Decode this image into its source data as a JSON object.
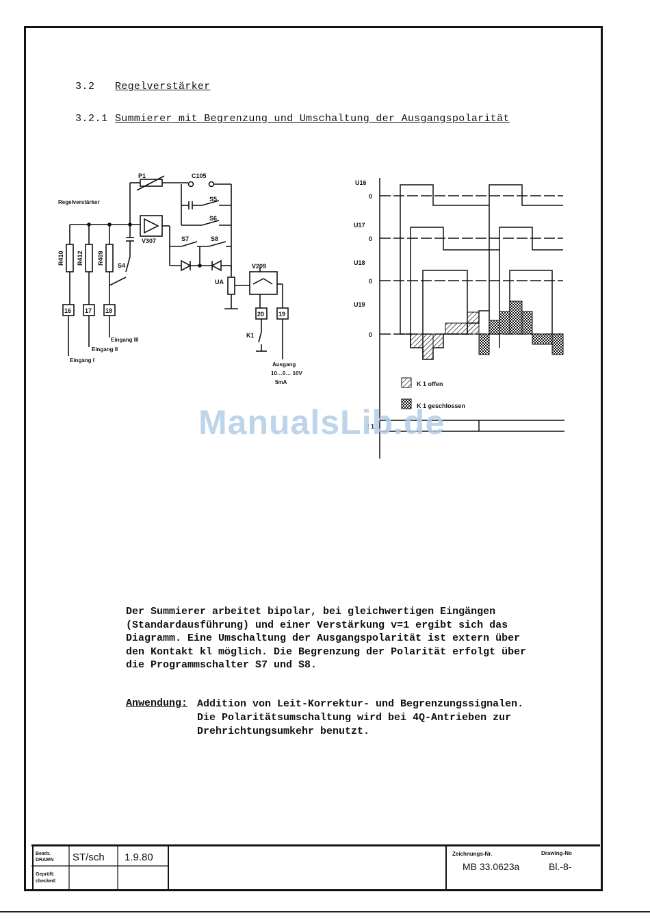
{
  "heading1": {
    "number": "3.2",
    "text": "Regelverstärker"
  },
  "heading2": {
    "number": "3.2.1",
    "text": "Summierer mit Begrenzung und Umschaltung der Ausgangspolarität"
  },
  "circuit": {
    "title": "Regelverstärker",
    "labels": {
      "p1": "P1",
      "c105": "C105",
      "s5": "S5",
      "s6": "S6",
      "s7": "S7",
      "s8": "S8",
      "s4": "S4",
      "v307": "V307",
      "v209": "V209",
      "ua": "UA",
      "k1": "K1",
      "r410": "R410",
      "r412": "R412",
      "r409": "R409",
      "t16": "16",
      "t17": "17",
      "t18": "18",
      "t20": "20",
      "t19": "19"
    },
    "inputs": {
      "e1": "Eingang I",
      "e2": "Eingang II",
      "e3": "Eingang III"
    },
    "output": {
      "line1": "Ausgang",
      "line2": "10…0… 10V",
      "line3": "5mA"
    }
  },
  "diagram": {
    "axis_labels": [
      "U16",
      "U17",
      "U18",
      "U19"
    ],
    "zero": "0",
    "legend": {
      "open": "K 1 offen",
      "closed": "K 1 geschlossen"
    },
    "bottom_label": "I 1"
  },
  "paragraph": "Der Summierer arbeitet bipolar, bei gleichwertigen Eingängen\n(Standardausführung) und einer Verstärkung v=1 ergibt sich das\nDiagramm. Eine Umschaltung der Ausgangspolarität ist extern über\nden Kontakt kl möglich. Die Begrenzung der Polarität erfolgt über\ndie Programmschalter S7 und S8.",
  "application": {
    "label": "Anwendung:",
    "text": "Addition von Leit-Korrektur- und Begrenzungssignalen.\nDie Polaritätsumschaltung wird bei 4Q-Antrieben zur\nDrehrichtungsumkehr benutzt."
  },
  "watermark": "ManualsLib.de",
  "titleblock": {
    "bearb_label": "Bearb.",
    "drawn_label": "DRAWN",
    "drawn_value": "ST/sch",
    "date": "1.9.80",
    "geprueft_label": "Geprüft:",
    "checked_label": "checked:",
    "zeichnungs_label": "Zeichnungs-Nr.",
    "drawing_no_label": "Drawing-No",
    "drawing_number": "MB 33.0623a",
    "sheet": "Bl.-8-"
  }
}
